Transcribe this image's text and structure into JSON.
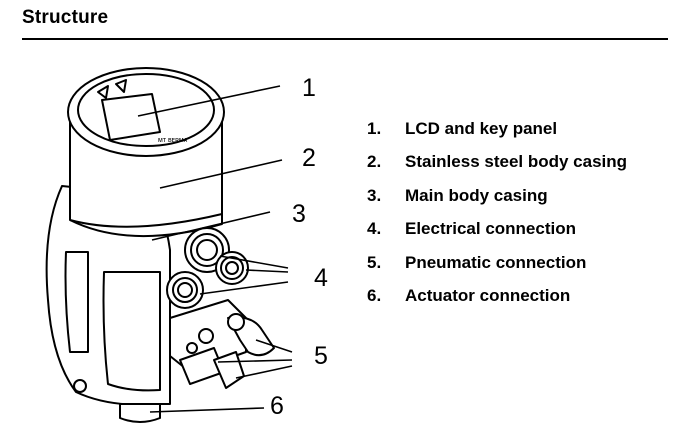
{
  "header": {
    "title": "Structure"
  },
  "diagram": {
    "device_label": "ᴍᴛ ʙᴇʀᴍᴀ",
    "callouts": [
      "1",
      "2",
      "3",
      "4",
      "5",
      "6"
    ]
  },
  "legend": [
    {
      "num": "1.",
      "text": "LCD and key panel"
    },
    {
      "num": "2.",
      "text": "Stainless steel body casing"
    },
    {
      "num": "3.",
      "text": "Main body casing"
    },
    {
      "num": "4.",
      "text": "Electrical connection"
    },
    {
      "num": "5.",
      "text": "Pneumatic connection"
    },
    {
      "num": "6.",
      "text": "Actuator connection"
    }
  ]
}
